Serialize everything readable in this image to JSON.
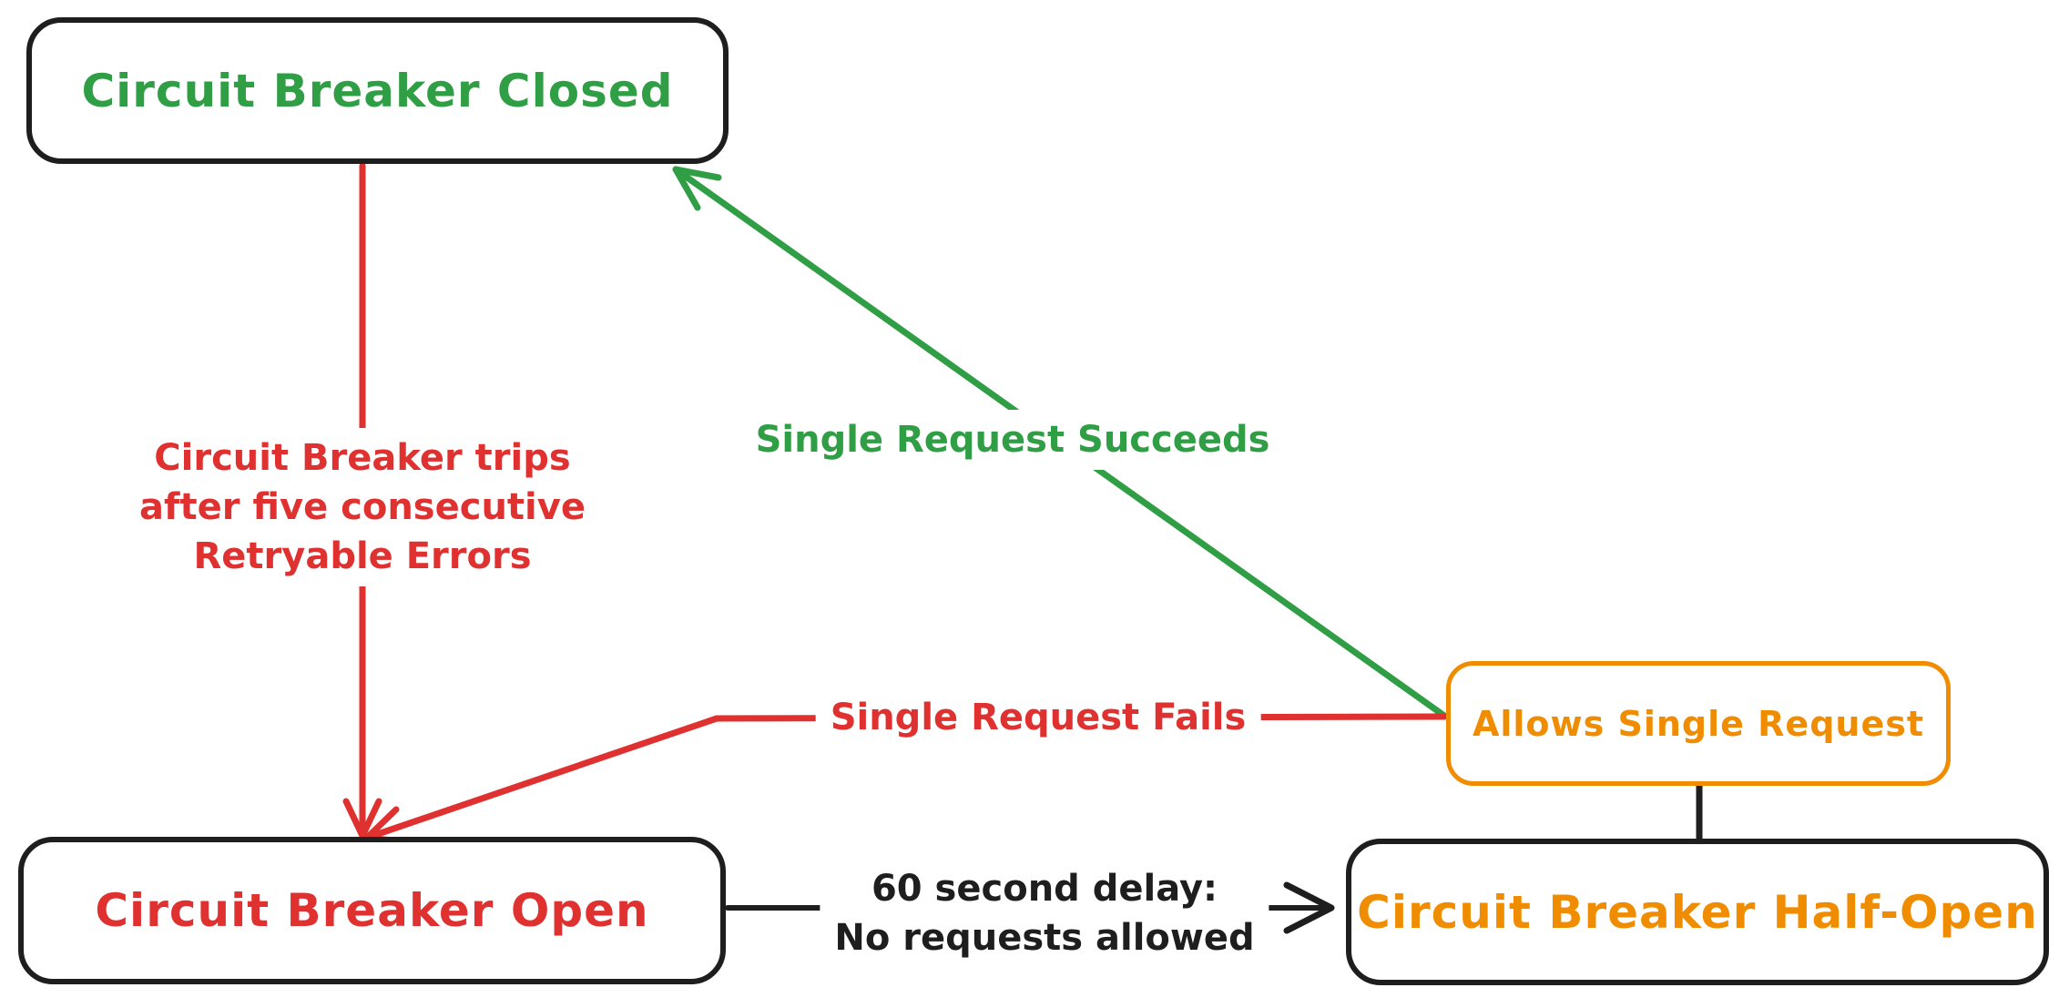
{
  "colors": {
    "green": "#2f9e44",
    "red": "#e03131",
    "orange": "#f08c00",
    "stroke_black": "#1e1e1e",
    "background": "#ffffff"
  },
  "nodes": {
    "closed": {
      "label": "Circuit Breaker Closed",
      "color": "#2f9e44"
    },
    "open": {
      "label": "Circuit Breaker Open",
      "color": "#e03131"
    },
    "half_open": {
      "label": "Circuit Breaker Half-Open",
      "color": "#f08c00"
    },
    "allows": {
      "label": "Allows Single Request",
      "color": "#f08c00"
    }
  },
  "edges": {
    "trips": {
      "from": "Circuit Breaker Closed",
      "to": "Circuit Breaker Open",
      "color": "#e03131",
      "label_lines": [
        "Circuit Breaker trips",
        "after five consecutive",
        "Retryable Errors"
      ]
    },
    "succeeds": {
      "from": "Allows Single Request",
      "to": "Circuit Breaker Closed",
      "color": "#2f9e44",
      "label": "Single Request Succeeds"
    },
    "fails": {
      "from": "Allows Single Request",
      "to": "Circuit Breaker Open",
      "color": "#e03131",
      "label": "Single Request Fails"
    },
    "delay": {
      "from": "Circuit Breaker Open",
      "to": "Circuit Breaker Half-Open",
      "color": "#1e1e1e",
      "label_lines": [
        "60 second delay:",
        "No requests allowed"
      ]
    },
    "probe": {
      "from": "Circuit Breaker Half-Open",
      "to": "Allows Single Request",
      "color": "#1e1e1e"
    }
  }
}
